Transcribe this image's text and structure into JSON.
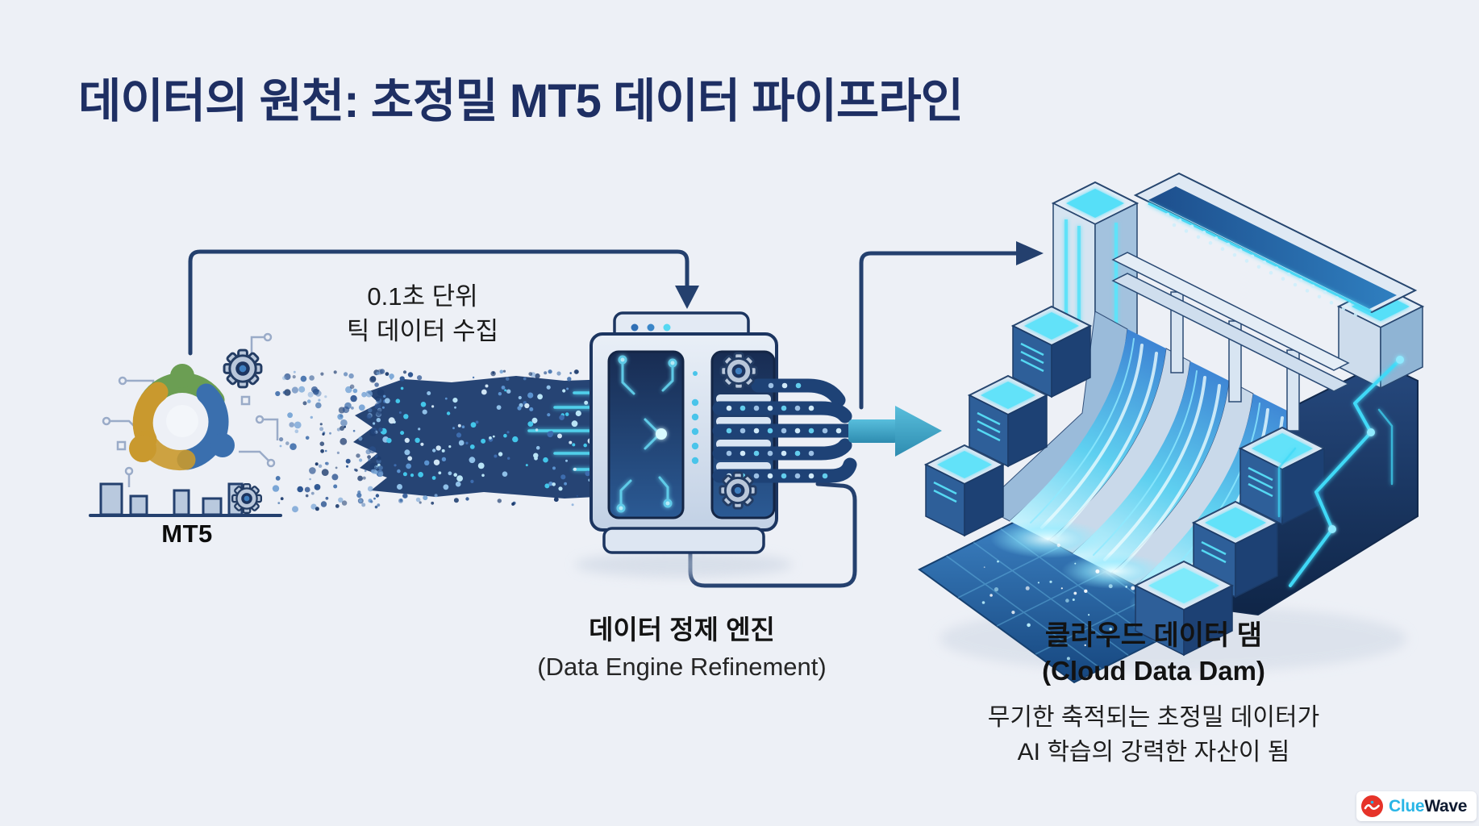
{
  "title": "데이터의 원천: 초정밀 MT5 데이터 파이프라인",
  "pipeline": {
    "source": {
      "label": "MT5"
    },
    "collection": {
      "line1": "0.1초 단위",
      "line2": "틱 데이터 수집"
    },
    "engine": {
      "label_ko": "데이터 정제 엔진",
      "label_en": "(Data Engine Refinement)"
    },
    "dam": {
      "label_ko": "클라우드 데이터 댐",
      "label_en": "(Cloud Data Dam)",
      "desc_line1": "무기한 축적되는 초정밀 데이터가",
      "desc_line2": "AI 학습의 강력한 자산이 됨"
    }
  },
  "branding": {
    "clue": "Clue",
    "wave": "Wave"
  },
  "colors": {
    "background": "#edf0f6",
    "title": "#1e2f63",
    "connector": "#24406e",
    "stream_core": "#1d3c6e",
    "cyan_glow": "#49d8f5",
    "teal_arrow": "#3fa8c9",
    "logo_red": "#e63329",
    "logo_cyan": "#29b5e6",
    "logo_navy": "#0e1a30"
  }
}
